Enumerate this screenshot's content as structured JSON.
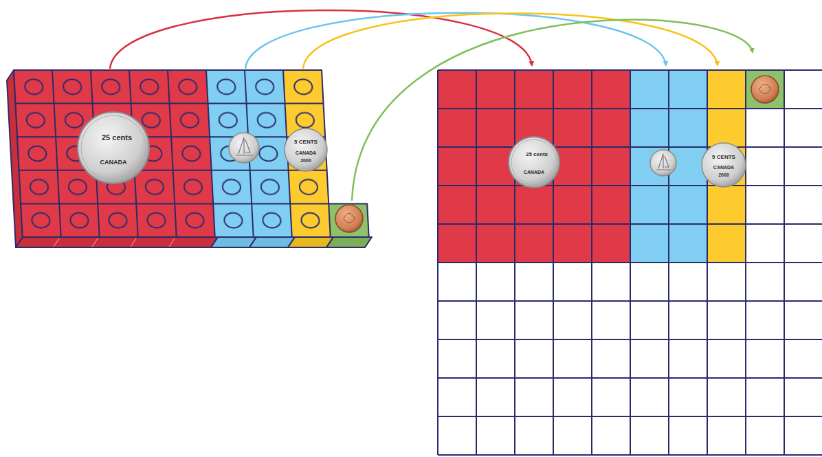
{
  "diagram": {
    "labels": [
      "25 cents",
      "CANADA",
      "5 CENTS",
      "CANADA",
      "2000",
      "25 cents",
      "CANADA",
      "5 CENTS",
      "CANADA",
      "2000"
    ]
  }
}
